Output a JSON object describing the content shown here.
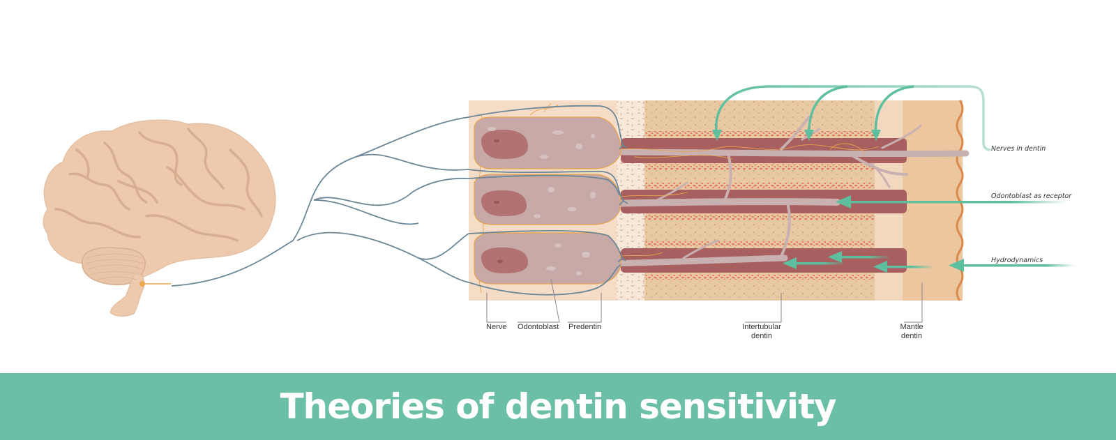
{
  "title": "Theories of dentin sensitivity",
  "colors": {
    "banner": "#6bbfa7",
    "arrow": "#5dbf9e",
    "nerve": "#6b8798",
    "brain": "#edc9ad",
    "brain_fold": "#d8ae91",
    "cell": "#c7aaa8",
    "nucleus": "#b37272",
    "tubule": "#a85f5f",
    "process": "#c8b1b0",
    "dentin": "#e9c9a3",
    "predentin": "#f4dcc6",
    "mantle": "#ecc69f",
    "enamel_edge": "#d98a4a",
    "nerve_fiber": "#e8a24a"
  },
  "labels": {
    "nerve": "Nerve",
    "odontoblast": "Odontoblast",
    "predentin": "Predentin",
    "intertubular_line1": "Intertubular",
    "intertubular_line2": "dentin",
    "mantle_line1": "Mantle",
    "mantle_line2": "dentin"
  },
  "theories": [
    {
      "label": "Nerves in dentin"
    },
    {
      "label": "Odontoblast as receptor"
    },
    {
      "label": "Hydrodynamics"
    }
  ]
}
